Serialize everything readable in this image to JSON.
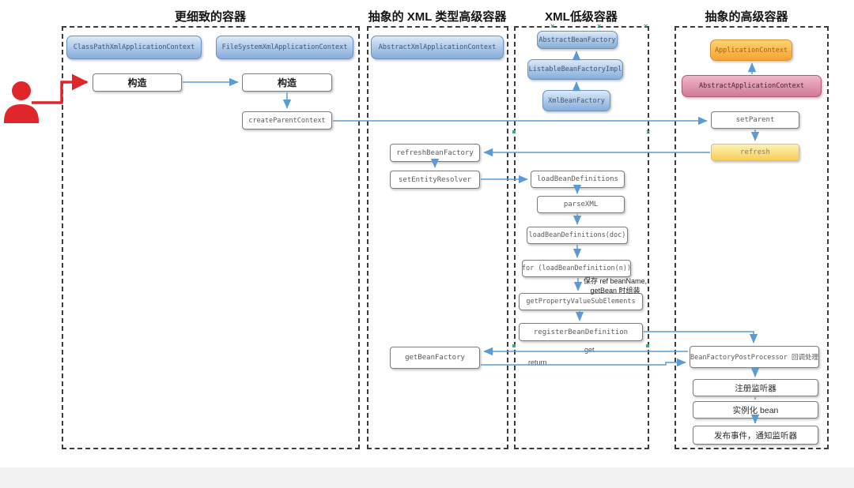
{
  "lane_titles": [
    "更细致的容器",
    "抽象的 XML 类型高级容器",
    "XML低级容器",
    "抽象的高级容器"
  ],
  "nodes": {
    "classPathXmlApplicationContext": "ClassPathXmlApplicationContext",
    "fileSystemXmlApplicationContext": "FileSystemXmlApplicationContext",
    "construct1": "构造",
    "construct2": "构造",
    "createParentContext": "createParentContext",
    "abstractXmlApplicationContext": "AbstractXmlApplicationContext",
    "refreshBeanFactory": "refreshBeanFactory",
    "setEntityResolver": "setEntityResolver",
    "getBeanFactory": "getBeanFactory",
    "abstractBeanFactory": "AbstractBeanFactory",
    "listableBeanFactoryImpl": "ListableBeanFactoryImpl",
    "xmlBeanFactory": "XmlBeanFactory",
    "loadBeanDefinitions": "loadBeanDefinitions",
    "parseXML": "parseXML",
    "loadBeanDefinitionsDoc": "loadBeanDefinitions(doc)",
    "forLoadBeanDefinition": "for (loadBeanDefinition(n))",
    "getPropertyValueSubElements": "getPropertyValueSubElements",
    "registerBeanDefinition": "registerBeanDefinition",
    "applicationContext": "ApplicationContext",
    "abstractApplicationContext": "AbstractApplicationContext",
    "setParent": "setParent",
    "refresh": "refresh",
    "beanFactoryPostProcessor": "BeanFactoryPostProcessor 回调处理",
    "registerListeners": "注册监听器",
    "instantiateBean": "实例化 bean",
    "publishEvents": "发布事件，通知监听器"
  },
  "annotation": {
    "line1": "保存 ref beanName,",
    "line2": "getBean 时组装"
  },
  "edge_labels": {
    "get": "get",
    "return": "return"
  },
  "colors": {
    "arrow_blue": "#5b9bd5",
    "actor_red": "#e0262b",
    "node_blue": "#9fc0e4",
    "node_orange": "#f4a335",
    "node_pink": "#d27a96",
    "node_yellow": "#f8cd55"
  }
}
